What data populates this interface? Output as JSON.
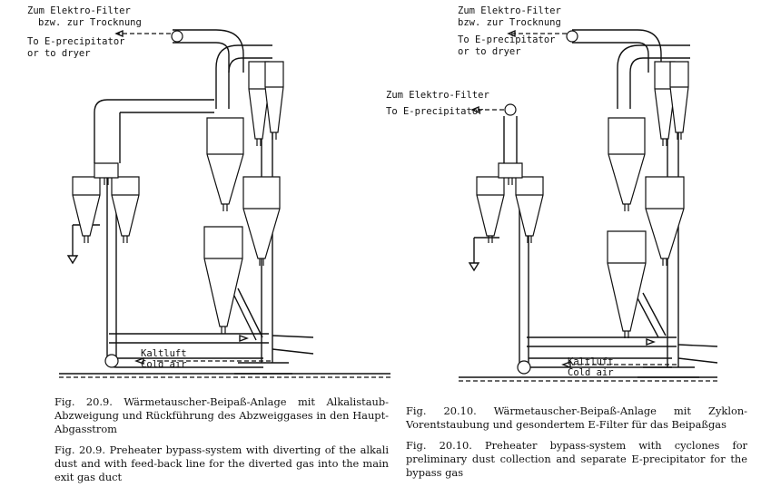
{
  "figure_left": {
    "labels": {
      "to_filter_de_1": "Zum Elektro-Filter",
      "to_filter_de_2": "bzw. zur Trocknung",
      "to_filter_en_1": "To E-precipitator",
      "to_filter_en_2": "or to dryer",
      "cold_air_de": "Kaltluft",
      "cold_air_en": "Cold air"
    },
    "caption_de": "Fig. 20.9.  Wärmetauscher-Beipaß-Anlage mit Alkalistaub-Abzweigung und Rückführung des Abzweiggases in den Haupt-Abgasstrom",
    "caption_en": "Fig. 20.9.  Preheater bypass-system with diverting of the alkali dust and with feed-back line for the diverted gas into the main exit gas duct"
  },
  "figure_right": {
    "labels": {
      "to_filter_de_1": "Zum Elektro-Filter",
      "to_filter_de_2": "bzw. zur Trocknung",
      "to_filter_en_1": "To E-precipitator",
      "to_filter_en_2": "or to dryer",
      "bypass_filter_de": "Zum Elektro-Filter",
      "bypass_filter_en": "To E-precipitator",
      "cold_air_de": "Kaltluft",
      "cold_air_en": "Cold air"
    },
    "caption_de": "Fig. 20.10.  Wärmetauscher-Beipaß-Anlage mit Zyklon-Vorentstaubung und gesondertem E-Filter für das Beipaßgas",
    "caption_en": "Fig. 20.10.  Preheater bypass-system with cyclones for preliminary dust collection and separate E-precipitator for the bypass gas"
  }
}
